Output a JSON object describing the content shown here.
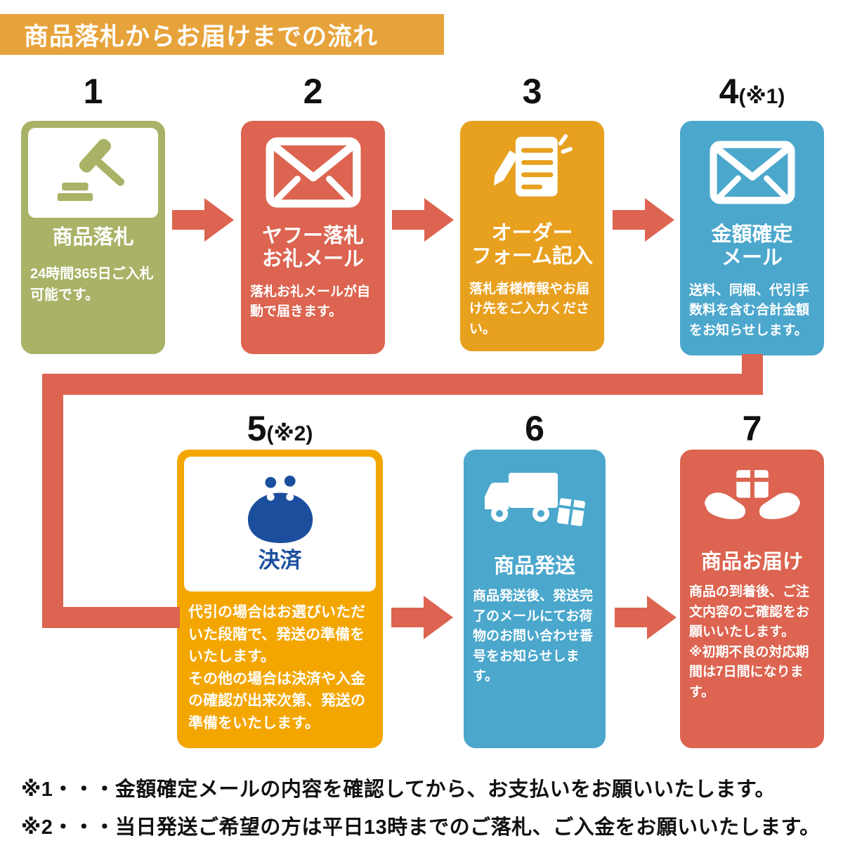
{
  "header": {
    "title": "商品落札からお届けまでの流れ"
  },
  "steps": [
    {
      "number": "1",
      "number_note": "",
      "title": "商品落札",
      "body": "24時間365日ご入札可能です。",
      "icon": "gavel-icon"
    },
    {
      "number": "2",
      "number_note": "",
      "title": "ヤフー落札\nお礼メール",
      "body": "落札お礼メールが自動で届きます。",
      "icon": "mail-icon"
    },
    {
      "number": "3",
      "number_note": "",
      "title": "オーダー\nフォーム記入",
      "body": "落札者様情報やお届け先をご入力ください。",
      "icon": "order-form-icon"
    },
    {
      "number": "4",
      "number_note": "(※1)",
      "title": "金額確定\nメール",
      "body": "送料、同梱、代引手数料を含む合計金額をお知らせします。",
      "icon": "mail-icon"
    },
    {
      "number": "5",
      "number_note": "(※2)",
      "title": "決済",
      "body": "代引の場合はお選びいただいた段階で、発送の準備をいたします。\nその他の場合は決済や入金の確認が出来次第、発送の準備をいたします。",
      "icon": "coin-purse-icon"
    },
    {
      "number": "6",
      "number_note": "",
      "title": "商品発送",
      "body": "商品発送後、発送完了のメールにてお荷物のお問い合わせ番号をお知らせします。",
      "icon": "truck-icon"
    },
    {
      "number": "7",
      "number_note": "",
      "title": "商品お届け",
      "body": "商品の到着後、ご注文内容のご確認をお願いいたします。\n※初期不良の対応期間は7日間になります。",
      "icon": "delivery-hands-icon"
    }
  ],
  "footnotes": [
    "※1・・・金額確定メールの内容を確認してから、お支払いをお願いいたします。",
    "※2・・・当日発送ご希望の方は平日13時までのご落札、ご入金をお願いいたします。"
  ],
  "colors": {
    "header_orange": "#E7A33B",
    "olive": "#A9B266",
    "red": "#DC6450",
    "orange": "#E8A01F",
    "blue": "#4BA7CC",
    "deep_orange": "#F4A600",
    "purse_blue": "#1B4F9E",
    "ink": "#111111"
  }
}
